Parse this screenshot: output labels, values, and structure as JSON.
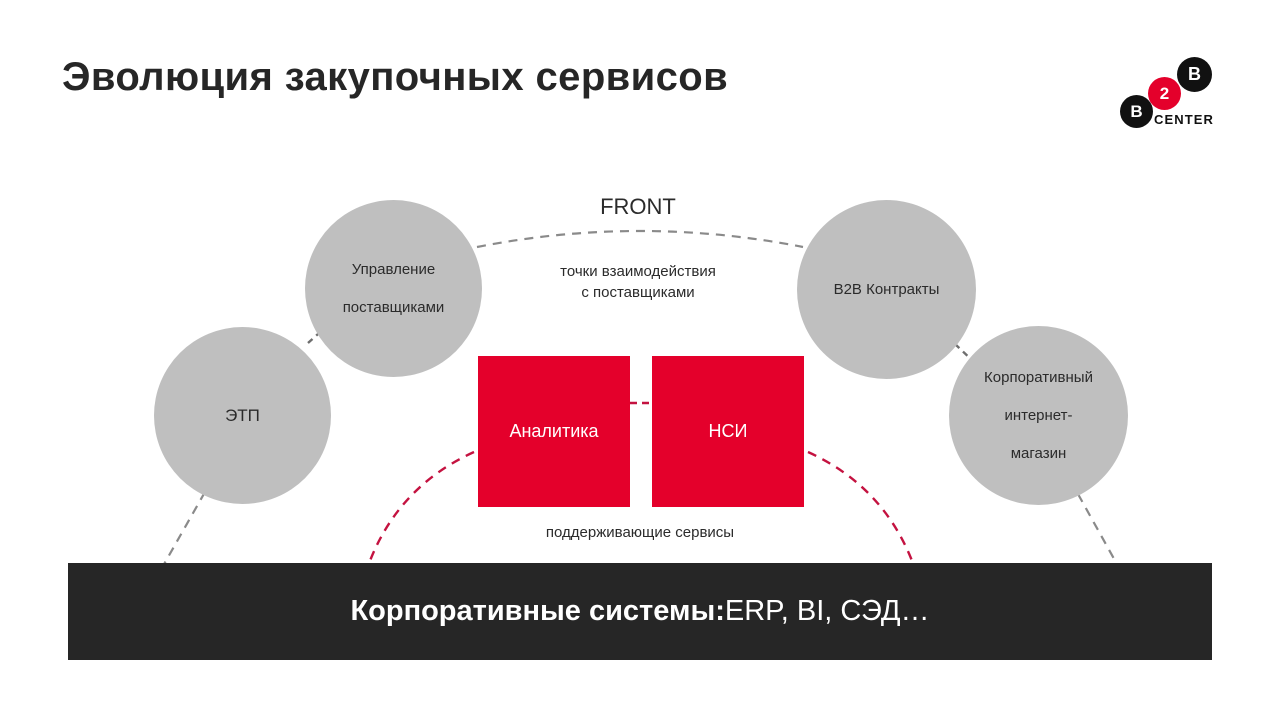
{
  "slide": {
    "title": "Эволюция закупочных сервисов",
    "background_color": "#FFFFFF"
  },
  "logo": {
    "name": "b2b-center-logo",
    "dot_b_bottom": "B",
    "dot_2_middle": "2",
    "dot_b_top": "B",
    "wordmark": "CENTER",
    "red": "#E4002B",
    "black": "#111111"
  },
  "diagram": {
    "front_label": "FRONT",
    "touchpoints_label_line1": "точки взаимодействия",
    "touchpoints_label_line2": "с поставщиками",
    "support_services_label": "поддерживающие  сервисы",
    "circle_color": "#BFBFBF",
    "service_color": "#E4002B",
    "circles": [
      {
        "id": "etp",
        "label": "ЭТП"
      },
      {
        "id": "suppliers",
        "label_line1": "Управление",
        "label_line2": "поставщиками"
      },
      {
        "id": "b2b",
        "label": "B2B Контракты"
      },
      {
        "id": "eshop",
        "label_line1": "Корпоративный",
        "label_line2": "интернет-",
        "label_line3": "магазин"
      }
    ],
    "services": [
      {
        "id": "analytics",
        "label": "Аналитика"
      },
      {
        "id": "nsi",
        "label": "НСИ"
      }
    ]
  },
  "bottom_bar": {
    "strong_text": "Корпоративные системы:",
    "rest_text": " ERP, BI, СЭД…",
    "background_color": "#262626"
  }
}
